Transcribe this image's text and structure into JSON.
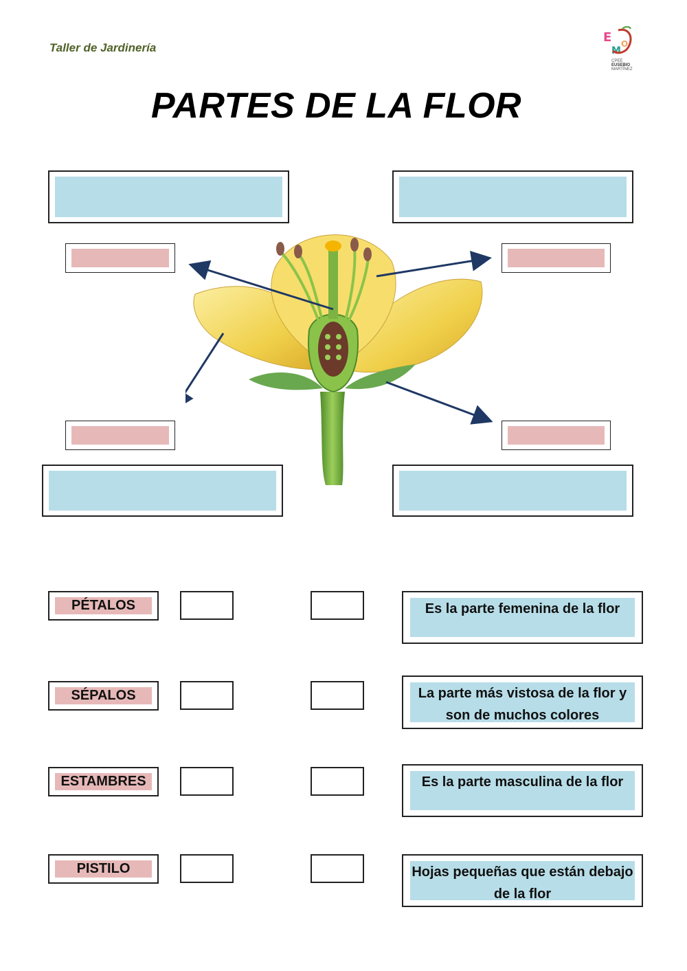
{
  "header": {
    "label": "Taller de Jardinería"
  },
  "logo": {
    "letters": [
      "E",
      "M",
      "O"
    ],
    "line1": "CPEE",
    "line2": "EUSEBIO",
    "line3": "MARTÍNEZ"
  },
  "title": "PARTES DE LA FLOR",
  "terms": [
    {
      "label": "PÉTALOS"
    },
    {
      "label": "SÉPALOS"
    },
    {
      "label": "ESTAMBRES"
    },
    {
      "label": "PISTILO"
    }
  ],
  "definitions": [
    {
      "text": "Es la parte femenina de la flor"
    },
    {
      "text": "La parte más vistosa de la flor y son de muchos colores"
    },
    {
      "text": "Es la parte masculina de la flor"
    },
    {
      "text": "Hojas pequeñas que están debajo de la flor"
    }
  ],
  "colors": {
    "label_fill": "#e6b9b8",
    "drop_fill": "#b7dde8",
    "header_text": "#4f6228",
    "arrow": "#1f3864"
  }
}
